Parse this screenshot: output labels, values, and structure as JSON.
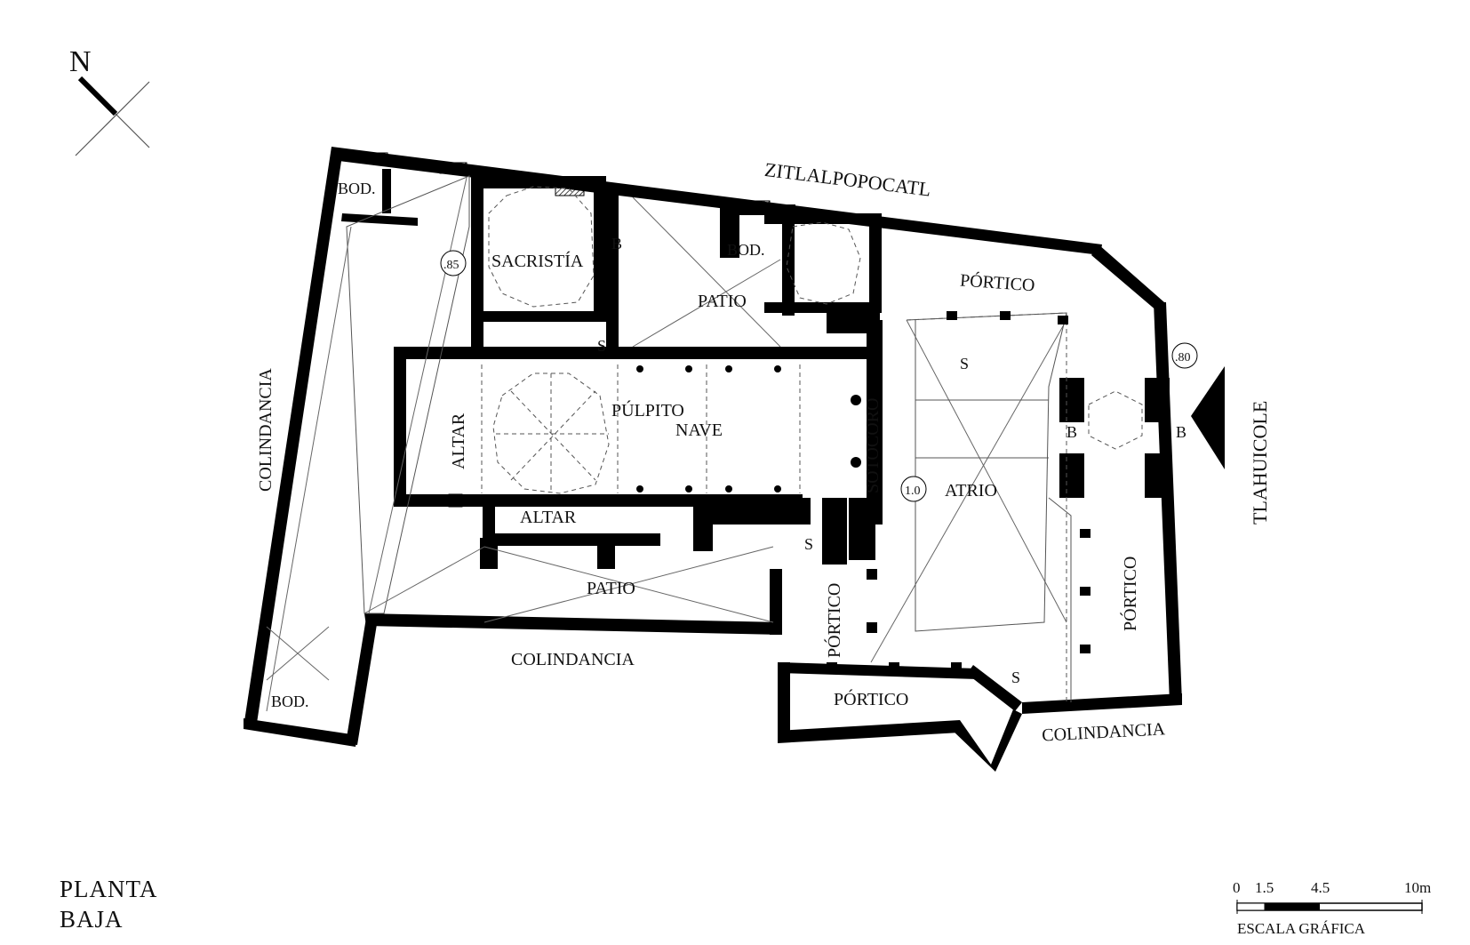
{
  "north": {
    "letter": "N"
  },
  "streets": {
    "north": "ZITLALPOPOCATL",
    "east": "TLAHUICOLE"
  },
  "rooms": {
    "bod_nw": "BOD.",
    "sacristia": "SACRISTÍA",
    "patio_n": "PATIO",
    "bod_n": "BOD.",
    "portico_ne": "PÓRTICO",
    "altar_w": "ALTAR",
    "pulpito": "PÚLPITO",
    "nave": "NAVE",
    "sotocoro": "SOTOCORO",
    "atrio": "ATRIO",
    "altar_s": "ALTAR",
    "patio_s": "PATIO",
    "portico_s": "PÓRTICO",
    "portico_e": "PÓRTICO",
    "portico_bottom": "PÓRTICO",
    "bod_sw": "BOD.",
    "colindancia_w": "COLINDANCIA",
    "colindancia_s": "COLINDANCIA",
    "colindancia_se": "COLINDANCIA"
  },
  "marks": {
    "s1": "S",
    "s2": "S",
    "s3": "S",
    "s4": "S",
    "b1": "B",
    "b2": "B",
    "b3": "B"
  },
  "levels": {
    "l1": ".85",
    "l2": ".80",
    "l3": "1.0"
  },
  "scale": {
    "ticks": [
      "0",
      "1.5",
      "4.5",
      "10m"
    ],
    "label": "ESCALA GRÁFICA"
  },
  "title": {
    "line1": "PLANTA",
    "line2": "BAJA"
  },
  "colors": {
    "ink": "#000000",
    "paper": "#ffffff"
  }
}
